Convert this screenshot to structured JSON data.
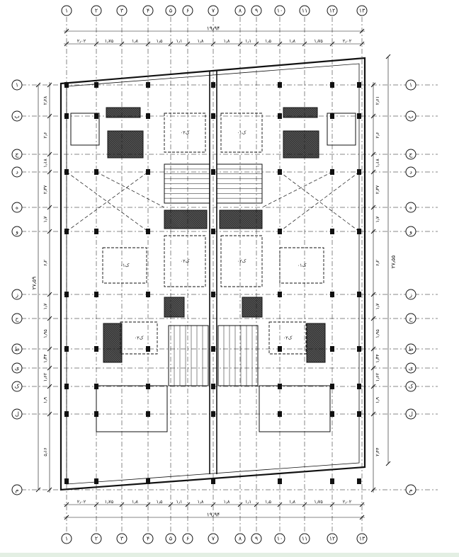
{
  "colors": {
    "line": "#111111",
    "hatch": "#222222",
    "bottom_strip": "#e3efe3"
  },
  "top_axes": [
    "۱",
    "۲",
    "۳",
    "۴",
    "۵",
    "۶",
    "۷",
    "۸",
    "۹",
    "۱۰",
    "۱۱",
    "۱۲",
    "۱۳"
  ],
  "bottom_axes": [
    "۱",
    "۲",
    "۳",
    "۴",
    "۵",
    "۶",
    "۷",
    "۸",
    "۹",
    "۱۰",
    "۱۱",
    "۱۲",
    "۱۳"
  ],
  "left_axes": [
    "۱",
    "ب",
    "ج",
    "د",
    "ه",
    "و",
    "ز",
    "ح",
    "ط",
    "ی",
    "ک",
    "ل",
    "م"
  ],
  "right_axes": [
    "۱",
    "ب",
    "ج",
    "د",
    "ه",
    "و",
    "ز",
    "ح",
    "ط",
    "ی",
    "ک",
    "ل",
    "م"
  ],
  "overall_width": "۱۹٫۹۴",
  "overall_height_left": "۲۷٫۵۹",
  "overall_height_right": "۲۷٫۵۵",
  "top_spacings": [
    "۲٫۰۲",
    "۱٫۷۵",
    "۱٫۸",
    "۱٫۵",
    "۱٫۱",
    "۱٫۸",
    "۱٫۸",
    "۱٫۱",
    "۱٫۵",
    "۱٫۸",
    "۱٫۷۵",
    "۲٫۰۲"
  ],
  "bottom_spacings": [
    "۲٫۰۲",
    "۱٫۷۵",
    "۱٫۸",
    "۱٫۵",
    "۱٫۱",
    "۱٫۸",
    "۱٫۸",
    "۱٫۱",
    "۱٫۵",
    "۱٫۸",
    "۱٫۷۵",
    "۲٫۰۲"
  ],
  "left_spacings": [
    "۲٫۲۸",
    "۲٫۶",
    "۱٫۱۸",
    "۲٫۳۷",
    "۱٫۷",
    "۶٫۲",
    "۱٫۷",
    "۱٫۹۵",
    "۱٫۳۴",
    "۱٫۶۲",
    "۱٫۹",
    "۵٫۱۶"
  ],
  "right_spacings": [
    "۲٫۶۱",
    "۲٫۶",
    "۱٫۱۸",
    "۲٫۳۷",
    "۱٫۷",
    "۶٫۲",
    "۱٫۷",
    "۱٫۹۵",
    "۱٫۳۴",
    "۱٫۶۲",
    "۱٫۹",
    "۲٫۴۴"
  ],
  "room_labels": [
    "ک۰۲",
    "ک۰۱",
    "ک۰۲",
    "ک۰۲",
    "ک۰۱",
    "ک۰۱",
    "ک۰۲",
    "ک۰۲"
  ]
}
